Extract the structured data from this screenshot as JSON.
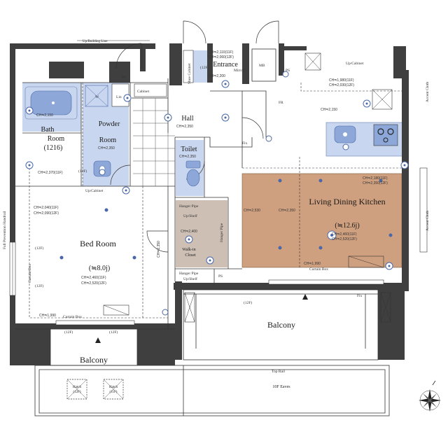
{
  "rooms": {
    "bath": {
      "name_1": "Bath",
      "name_2": "Room",
      "size": "(1216)"
    },
    "powder": {
      "name_1": "Powder",
      "name_2": "Room",
      "ch": "CH≒2,350"
    },
    "hall": {
      "name": "Hall",
      "ch": "CH≒2,350"
    },
    "toilet": {
      "name": "Toilet",
      "ch": "CH≒2,350"
    },
    "bed": {
      "name": "Bed Room",
      "size": "(≒8.0j)",
      "ch_11f": "CH≒2,460(11F)",
      "ch_12f": "CH≒2,520(12F)",
      "ch_upper_11f": "CH≒2,040(11F)",
      "ch_upper_12f": "CH≒2,090(12F)"
    },
    "ldk": {
      "name": "Living Dining Kitchen",
      "size": "(≒12.6j)",
      "ch_11f": "CH≒2,460(11F)",
      "ch_12f": "CH≒2,520(12F)"
    },
    "walkin": {
      "name_1": "Walk-in",
      "name_2": "Closet",
      "ch": "CH≒2,400"
    },
    "entrance": {
      "name": "Entrance",
      "ch_11f": "CH≒2,110(11F)",
      "ch_12f": "CH≒2,060(12F)",
      "ch_low": "CH≒2,200"
    }
  },
  "labels": {
    "up_building_line": "Up/Building Line",
    "balcony_main": "Balcony",
    "balcony_left": "Balcony",
    "eaves": "10F Eaves",
    "top_rail": "Top Rail",
    "hatch_a": "Hatch",
    "hatch_a_floor": "(12F)",
    "hatch_b": "Hatch",
    "hatch_b_floor": "(11F)",
    "curtain_box_bed": "Curtain Box",
    "curtain_box_ldk": "Curtain Box",
    "fall_prevention": "Fall Prevention Handrail",
    "accent_cloth_top": "Accent Cloth",
    "accent_cloth_side": "Accent Cloth",
    "mb": "MB",
    "ps_1": "PS",
    "ps_2": "PS",
    "ps_3": "PS",
    "fix_1": "Fix",
    "fix_2": "Fix",
    "fr": "FR",
    "lin": "Lin",
    "cabinet": "Cabinet",
    "up_cabinet": "Up/Cabinet",
    "up_cabinet_top": "Up/Cabinet",
    "shoe_cabinet": "Shoe Cabinet",
    "mirror": "Mirror",
    "hanger_pipe_1": "Hanger Pipe",
    "hanger_pipe_2": "Hanger Pipe",
    "hanger_pipe_3": "Hanger Pipe",
    "up_shelf_1": "Up/Shelf",
    "up_shelf_2": "Up/Shelf",
    "w": "W",
    "ch_bath": "CH≒2,150",
    "ch_bed_side": "CH≒2,370(11F)",
    "ch_bed_bottom": "CH≒1,990",
    "ch_ldk_top": "CH≒2,150",
    "ch_ldk_11f": "CH≒1,980(11F)",
    "ch_ldk_12f": "CH≒2,030(12F)",
    "ch_ldk_side": "CH≒2,530",
    "ch_ldk_mid": "CH≒2,350",
    "ch_ldk_right_11f": "CH≒2,180(11F)",
    "ch_ldk_right_12f": "CH≒2,350(12F)",
    "ch_bed_vert": "CH≒2,350",
    "ch_ldk_bottom": "CH≒1,990",
    "tag_12f_1": "(12F)",
    "tag_12f_2": "(12F)",
    "tag_12f_3": "(12F)",
    "tag_12f_4": "(12F)",
    "tag_12f_5": "(12F)",
    "tag_12f_6": "(12F)",
    "tag_12f_7": "(12F)"
  },
  "colors": {
    "wall": "#3f3f3f",
    "ldk_floor": "#cfa07f",
    "closet_floor": "#cdbfb4",
    "wet_area": "#c9d6ef",
    "fixture": "#8ca7d8",
    "light": "#4a68a8"
  },
  "icons": {
    "north": "compass-rose-icon"
  }
}
